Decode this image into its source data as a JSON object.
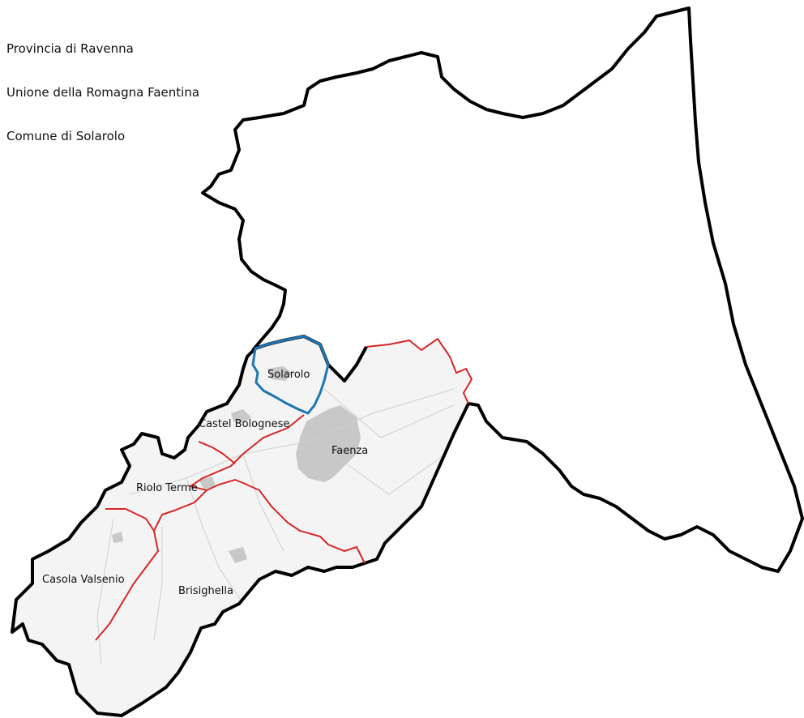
{
  "legend": {
    "province": "Provincia di Ravenna",
    "union": "Unione della Romagna Faentina",
    "comune": "Comune di Solarolo"
  },
  "towns": {
    "solarolo": "Solarolo",
    "castel_bolognese": "Castel Bolognese",
    "faenza": "Faenza",
    "riolo_terme": "Riolo Terme",
    "casola_valsenio": "Casola Valsenio",
    "brisighella": "Brisighella"
  },
  "colors": {
    "province_border": "#000000",
    "union_border": "#d62728",
    "comune_border": "#1f77b4",
    "union_fill": "#f4f4f4",
    "urban_fill": "#c8c8c8"
  }
}
